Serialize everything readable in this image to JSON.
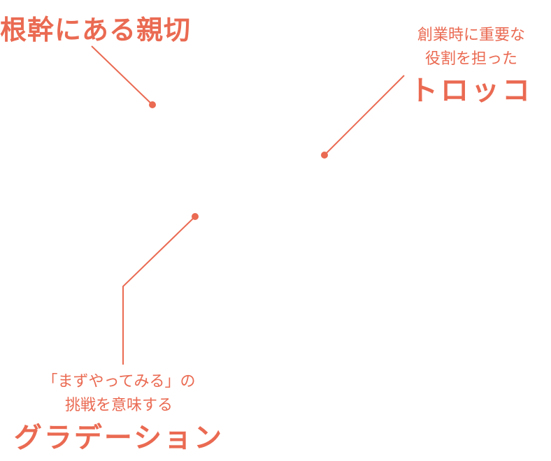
{
  "theme": {
    "accent": "#ea6a52"
  },
  "callouts": {
    "top_left": {
      "title": "根幹にある親切"
    },
    "right": {
      "subtitle_line1": "創業時に重要な",
      "subtitle_line2": "役割を担った",
      "title": "トロッコ"
    },
    "bottom": {
      "subtitle_line1": "「まずやってみる」の",
      "subtitle_line2": "挑戦を意味する",
      "title": "グラデーション"
    }
  }
}
